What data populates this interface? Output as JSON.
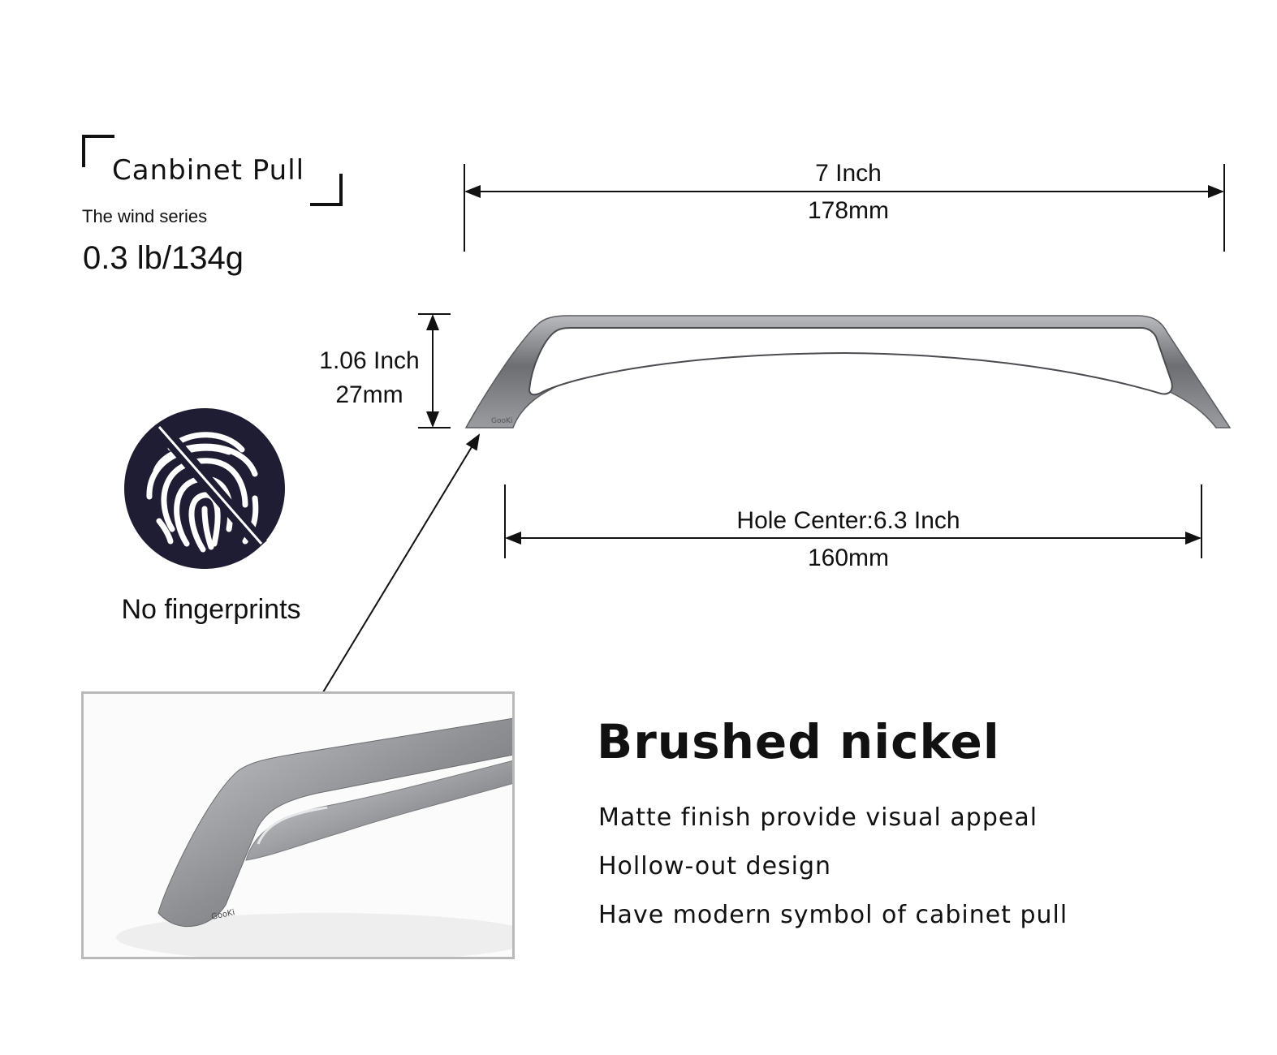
{
  "product": {
    "title": "Canbinet Pull",
    "series": "The wind series",
    "weight": "0.3 lb/134g"
  },
  "dimensions": {
    "length_inch": "7 Inch",
    "length_mm": "178mm",
    "height_inch": "1.06 Inch",
    "height_mm": "27mm",
    "hole_center_inch": "Hole Center:6.3 Inch",
    "hole_center_mm": "160mm"
  },
  "badge": {
    "icon": "no-fingerprint-icon",
    "caption": "No fingerprints"
  },
  "finish": {
    "title": "Brushed nickel",
    "features": [
      "Matte finish provide visual appeal",
      "Hollow-out design",
      "Have modern symbol of cabinet pull"
    ]
  },
  "colors": {
    "text": "#111111",
    "badge_bg": "#1f1d33",
    "metal": "#8a8c90",
    "inset_border": "#b9b9b9"
  }
}
